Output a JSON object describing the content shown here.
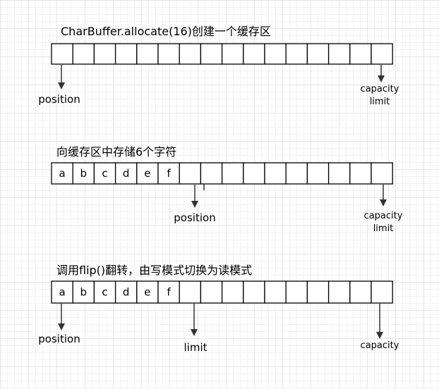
{
  "sections": [
    {
      "title": "CharBuffer.allocate(16)创建一个缓存区",
      "cells": [
        "",
        "",
        "",
        "",
        "",
        "",
        "",
        "",
        "",
        "",
        "",
        "",
        "",
        "",
        "",
        ""
      ],
      "position_label": "position",
      "capacity_label": "capacity",
      "limit_label": "limit"
    },
    {
      "title": "向缓存区中存储6个字符",
      "cells": [
        "a",
        "b",
        "c",
        "d",
        "e",
        "f",
        "",
        "",
        "",
        "",
        "",
        "",
        "",
        "",
        "",
        ""
      ],
      "position_label": "position",
      "capacity_label": "capacity",
      "limit_label": "limit"
    },
    {
      "title": "调用flip()翻转，由写模式切换为读模式",
      "cells": [
        "a",
        "b",
        "c",
        "d",
        "e",
        "f",
        "",
        "",
        "",
        "",
        "",
        "",
        "",
        "",
        "",
        ""
      ],
      "position_label": "position",
      "limit_label": "limit",
      "capacity_label": "capacity"
    }
  ]
}
